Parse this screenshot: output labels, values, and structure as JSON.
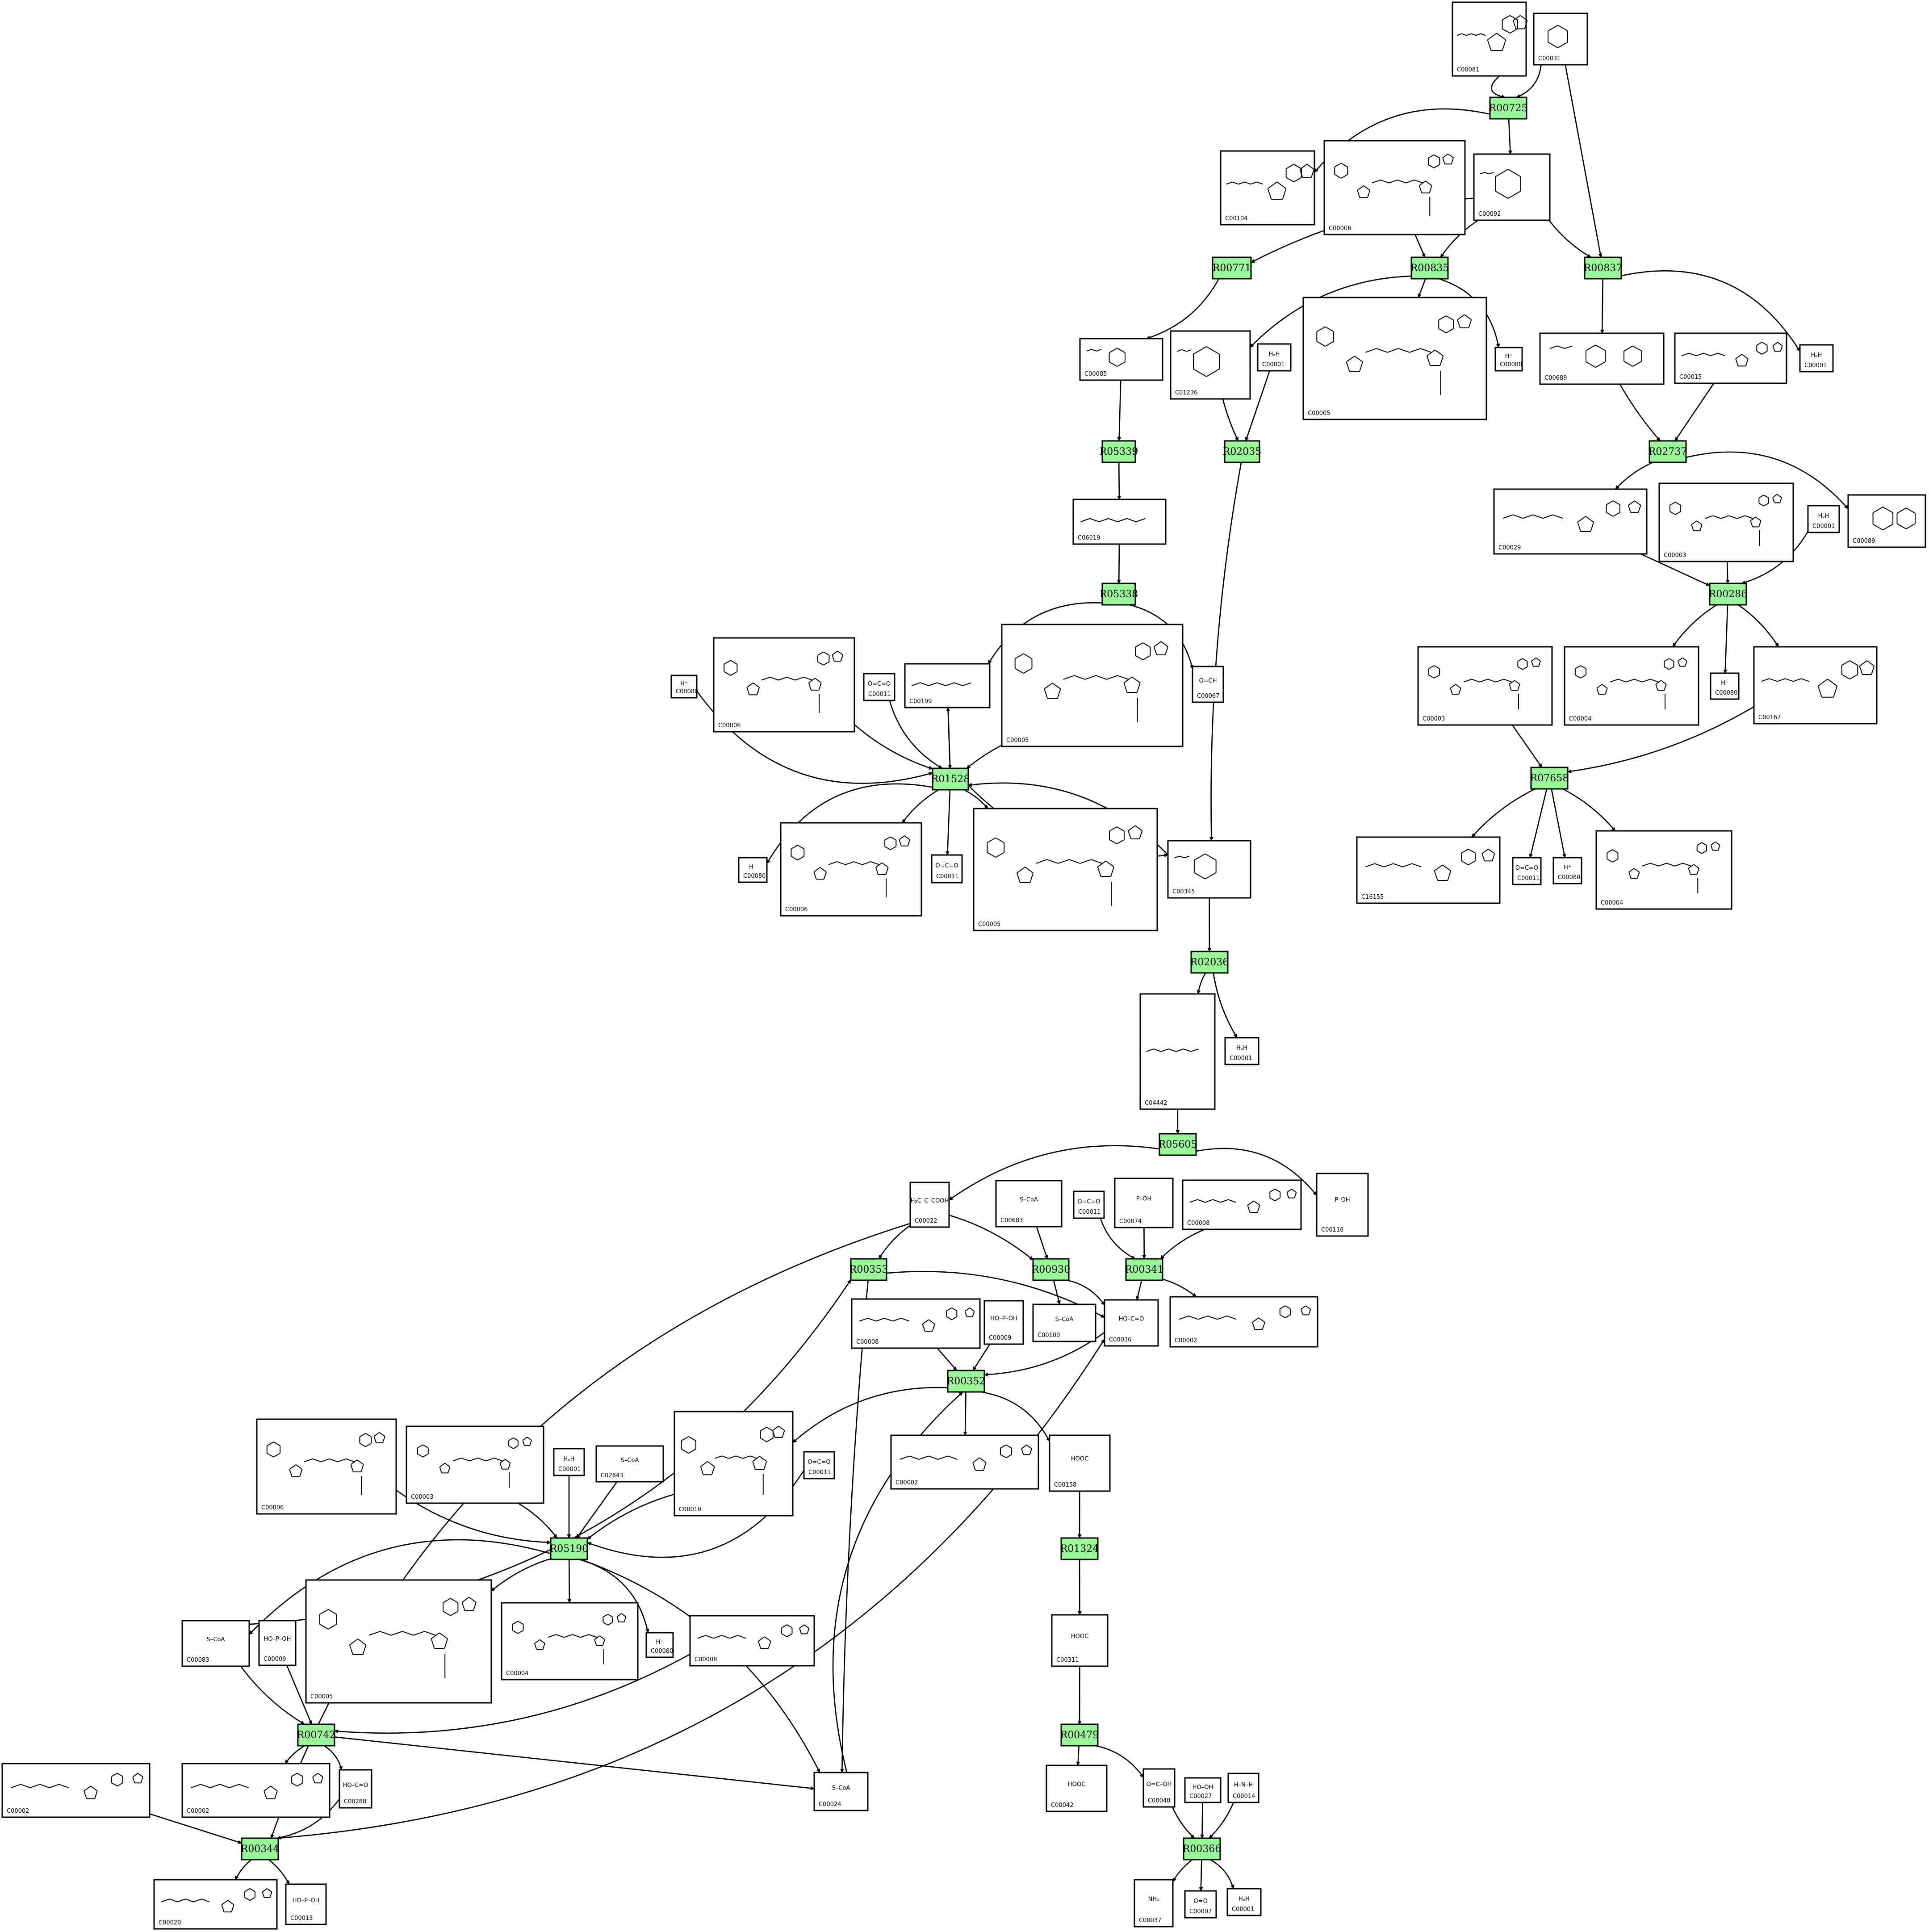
{
  "colors": {
    "reaction_fill": "#99f999",
    "compound_fill": "#ffffff",
    "stroke": "#000000"
  },
  "compounds": [
    {
      "id": "c_c00081",
      "label": "C00081",
      "kind": "nucleotide_triphosphate"
    },
    {
      "id": "c_c00031",
      "label": "C00031",
      "kind": "sugar"
    },
    {
      "id": "c_c00104",
      "label": "C00104",
      "kind": "nucleotide_diphosphate"
    },
    {
      "id": "c_c00006_a",
      "label": "C00006",
      "kind": "dinucleotide"
    },
    {
      "id": "c_c00092",
      "label": "C00092",
      "kind": "sugar_phosphate"
    },
    {
      "id": "c_c00085",
      "label": "C00085",
      "kind": "sugar_phosphate"
    },
    {
      "id": "c_c01236",
      "label": "C01236",
      "kind": "sugar_phosphate"
    },
    {
      "id": "c_c00001_a",
      "label": "C00001",
      "kind": "water",
      "text": "HₒH"
    },
    {
      "id": "c_c00005_a",
      "label": "C00005",
      "kind": "dinucleotide_large"
    },
    {
      "id": "c_c00080_a",
      "label": "C00080",
      "kind": "ion",
      "text": "H⁺"
    },
    {
      "id": "c_c00689",
      "label": "C00689",
      "kind": "disaccharide_phosphate"
    },
    {
      "id": "c_c00015",
      "label": "C00015",
      "kind": "nucleotide_diphosphate"
    },
    {
      "id": "c_c00001_b",
      "label": "C00001",
      "kind": "water",
      "text": "HₒH"
    },
    {
      "id": "c_c06019",
      "label": "C06019",
      "kind": "chain_phosphate"
    },
    {
      "id": "c_c00029",
      "label": "C00029",
      "kind": "nucleotide_sugar"
    },
    {
      "id": "c_c00003_a",
      "label": "C00003",
      "kind": "dinucleotide"
    },
    {
      "id": "c_c00001_c",
      "label": "C00001",
      "kind": "water",
      "text": "HₒH"
    },
    {
      "id": "c_c00089",
      "label": "C00089",
      "kind": "disaccharide"
    },
    {
      "id": "c_c00080_b",
      "label": "C00080",
      "kind": "ion",
      "text": "H⁺"
    },
    {
      "id": "c_c00006_b",
      "label": "C00006",
      "kind": "dinucleotide"
    },
    {
      "id": "c_c00011_a",
      "label": "C00011",
      "kind": "gas",
      "text": "O=C=O"
    },
    {
      "id": "c_c00199",
      "label": "C00199",
      "kind": "chain_phosphate"
    },
    {
      "id": "c_c00005_b",
      "label": "C00005",
      "kind": "dinucleotide_large"
    },
    {
      "id": "c_c00067",
      "label": "C00067",
      "kind": "small",
      "text": "O=CH"
    },
    {
      "id": "c_c00003_b",
      "label": "C00003",
      "kind": "dinucleotide"
    },
    {
      "id": "c_c00004_a",
      "label": "C00004",
      "kind": "dinucleotide"
    },
    {
      "id": "c_c00080_c",
      "label": "C00080",
      "kind": "ion",
      "text": "H⁺"
    },
    {
      "id": "c_c00167",
      "label": "C00167",
      "kind": "nucleotide_sugar"
    },
    {
      "id": "c_c00080_d",
      "label": "C00080",
      "kind": "ion",
      "text": "H⁺"
    },
    {
      "id": "c_c00006_c",
      "label": "C00006",
      "kind": "dinucleotide"
    },
    {
      "id": "c_c00011_b",
      "label": "C00011",
      "kind": "gas",
      "text": "O=C=O"
    },
    {
      "id": "c_c00005_c",
      "label": "C00005",
      "kind": "dinucleotide_large"
    },
    {
      "id": "c_c00345",
      "label": "C00345",
      "kind": "sugar_phosphate"
    },
    {
      "id": "c_c16155",
      "label": "C16155",
      "kind": "nucleotide_sugar"
    },
    {
      "id": "c_c00011_c",
      "label": "C00011",
      "kind": "gas",
      "text": "O=C=O"
    },
    {
      "id": "c_c00080_e",
      "label": "C00080",
      "kind": "ion",
      "text": "H⁺"
    },
    {
      "id": "c_c00004_b",
      "label": "C00004",
      "kind": "dinucleotide"
    },
    {
      "id": "c_c04442",
      "label": "C04442",
      "kind": "chain_phosphate"
    },
    {
      "id": "c_c00001_d",
      "label": "C00001",
      "kind": "water",
      "text": "HₒH"
    },
    {
      "id": "c_c00022",
      "label": "C00022",
      "kind": "small",
      "text": "H₃C–C–COOH"
    },
    {
      "id": "c_c00683",
      "label": "C00683",
      "kind": "small",
      "text": "S–CoA"
    },
    {
      "id": "c_c00011_d",
      "label": "C00011",
      "kind": "gas",
      "text": "O=C=O"
    },
    {
      "id": "c_c00074",
      "label": "C00074",
      "kind": "small",
      "text": "P–OH"
    },
    {
      "id": "c_c00008_a",
      "label": "C00008",
      "kind": "nucleotide_diphosphate"
    },
    {
      "id": "c_c00118",
      "label": "C00118",
      "kind": "small",
      "text": "P–OH"
    },
    {
      "id": "c_c00100",
      "label": "C00100",
      "kind": "small",
      "text": "S–CoA"
    },
    {
      "id": "c_c00036",
      "label": "C00036",
      "kind": "small",
      "text": "HO–C=O"
    },
    {
      "id": "c_c00002_a",
      "label": "C00002",
      "kind": "nucleotide_triphosphate"
    },
    {
      "id": "c_c00008_b",
      "label": "C00008",
      "kind": "nucleotide_diphosphate"
    },
    {
      "id": "c_c00009_a",
      "label": "C00009",
      "kind": "small",
      "text": "HO–P–OH"
    },
    {
      "id": "c_c00002_b",
      "label": "C00002",
      "kind": "nucleotide_triphosphate"
    },
    {
      "id": "c_c00158",
      "label": "C00158",
      "kind": "small",
      "text": "HOOC"
    },
    {
      "id": "c_c00006_d",
      "label": "C00006",
      "kind": "dinucleotide"
    },
    {
      "id": "c_c00003_c",
      "label": "C00003",
      "kind": "dinucleotide"
    },
    {
      "id": "c_c00001_e",
      "label": "C00001",
      "kind": "water",
      "text": "HₒH"
    },
    {
      "id": "c_c02843",
      "label": "C02843",
      "kind": "small",
      "text": "S–CoA"
    },
    {
      "id": "c_c00010",
      "label": "C00010",
      "kind": "coenzyme"
    },
    {
      "id": "c_c00011_e",
      "label": "C00011",
      "kind": "gas",
      "text": "O=C=O"
    },
    {
      "id": "c_c00083",
      "label": "C00083",
      "kind": "small",
      "text": "S–CoA"
    },
    {
      "id": "c_c00009_b",
      "label": "C00009",
      "kind": "small",
      "text": "HO–P–OH"
    },
    {
      "id": "c_c00005_d",
      "label": "C00005",
      "kind": "dinucleotide_large"
    },
    {
      "id": "c_c00004_c",
      "label": "C00004",
      "kind": "dinucleotide"
    },
    {
      "id": "c_c00080_f",
      "label": "C00080",
      "kind": "ion",
      "text": "H⁺"
    },
    {
      "id": "c_c00008_c",
      "label": "C00008",
      "kind": "nucleotide_diphosphate"
    },
    {
      "id": "c_c00311",
      "label": "C00311",
      "kind": "small",
      "text": "HOOC"
    },
    {
      "id": "c_c00002_c",
      "label": "C00002",
      "kind": "nucleotide_triphosphate"
    },
    {
      "id": "c_c00002_d",
      "label": "C00002",
      "kind": "nucleotide_triphosphate"
    },
    {
      "id": "c_c00288",
      "label": "C00288",
      "kind": "small",
      "text": "HO–C=O"
    },
    {
      "id": "c_c00024",
      "label": "C00024",
      "kind": "small",
      "text": "S–CoA"
    },
    {
      "id": "c_c00042",
      "label": "C00042",
      "kind": "small",
      "text": "HOOC"
    },
    {
      "id": "c_c00048",
      "label": "C00048",
      "kind": "small",
      "text": "O=C–OH"
    },
    {
      "id": "c_c00027",
      "label": "C00027",
      "kind": "small",
      "text": "HO–OH"
    },
    {
      "id": "c_c00014",
      "label": "C00014",
      "kind": "small",
      "text": "H–N–H"
    },
    {
      "id": "c_c00020",
      "label": "C00020",
      "kind": "nucleotide_monophosphate"
    },
    {
      "id": "c_c00013",
      "label": "C00013",
      "kind": "small",
      "text": "HO–P–OH"
    },
    {
      "id": "c_c00037",
      "label": "C00037",
      "kind": "small",
      "text": "NH₂"
    },
    {
      "id": "c_c00007",
      "label": "C00007",
      "kind": "small",
      "text": "O=O"
    },
    {
      "id": "c_c00001_f",
      "label": "C00001",
      "kind": "water",
      "text": "HₒH"
    }
  ],
  "reactions": [
    {
      "id": "r_r00725",
      "label": "R00725"
    },
    {
      "id": "r_r00771",
      "label": "R00771"
    },
    {
      "id": "r_r00835",
      "label": "R00835"
    },
    {
      "id": "r_r00837",
      "label": "R00837"
    },
    {
      "id": "r_r05339",
      "label": "R05339"
    },
    {
      "id": "r_r02035",
      "label": "R02035"
    },
    {
      "id": "r_r02737",
      "label": "R02737"
    },
    {
      "id": "r_r05338",
      "label": "R05338"
    },
    {
      "id": "r_r00286",
      "label": "R00286"
    },
    {
      "id": "r_r01528",
      "label": "R01528"
    },
    {
      "id": "r_r07658",
      "label": "R07658"
    },
    {
      "id": "r_r02036",
      "label": "R02036"
    },
    {
      "id": "r_r05605",
      "label": "R05605"
    },
    {
      "id": "r_r00353",
      "label": "R00353"
    },
    {
      "id": "r_r00930",
      "label": "R00930"
    },
    {
      "id": "r_r00341",
      "label": "R00341"
    },
    {
      "id": "r_r00352",
      "label": "R00352"
    },
    {
      "id": "r_r05190",
      "label": "R05190"
    },
    {
      "id": "r_r01324",
      "label": "R01324"
    },
    {
      "id": "r_r00742",
      "label": "R00742"
    },
    {
      "id": "r_r00479",
      "label": "R00479"
    },
    {
      "id": "r_r00344",
      "label": "R00344"
    },
    {
      "id": "r_r00366",
      "label": "R00366"
    }
  ]
}
